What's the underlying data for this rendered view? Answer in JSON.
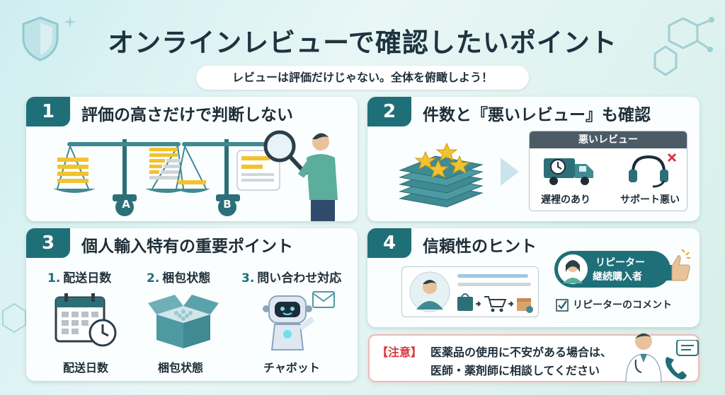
{
  "title": "オンラインレビューで確認したいポイント",
  "subtitle": "レビューは評価だけじゃない。全体を俯瞰しよう！",
  "cards": [
    {
      "number": "1",
      "title": "評価の高さだけで判断しない",
      "labels": [
        "A",
        "B"
      ]
    },
    {
      "number": "2",
      "title": "件数と『悪いレビュー』も確認",
      "bad_review_header": "悪いレビュー",
      "items": [
        "遅裡のあり",
        "サポート悪い"
      ]
    },
    {
      "number": "3",
      "title": "個人輸入特有の重要ポイント",
      "points": [
        {
          "num": "1.",
          "label": "配送日数",
          "caption": "配送日数"
        },
        {
          "num": "2.",
          "label": "梱包状態",
          "caption": "梱包状態"
        },
        {
          "num": "3.",
          "label": "問い合わせ対応",
          "caption": "チャボット"
        }
      ]
    },
    {
      "number": "4",
      "title": "信頼性のヒント",
      "badge_line1": "リピーター",
      "badge_line2": "継続購入者",
      "check_label": "リピーターのコメント"
    }
  ],
  "notice": {
    "tag": "【注意】",
    "line1": "医薬品の使用に不安がある場合は、",
    "line2": "医師・薬剤師に相談してください"
  },
  "colors": {
    "accent": "#1f6f78",
    "notice_red": "#d9363e",
    "star": "#f2c230"
  }
}
